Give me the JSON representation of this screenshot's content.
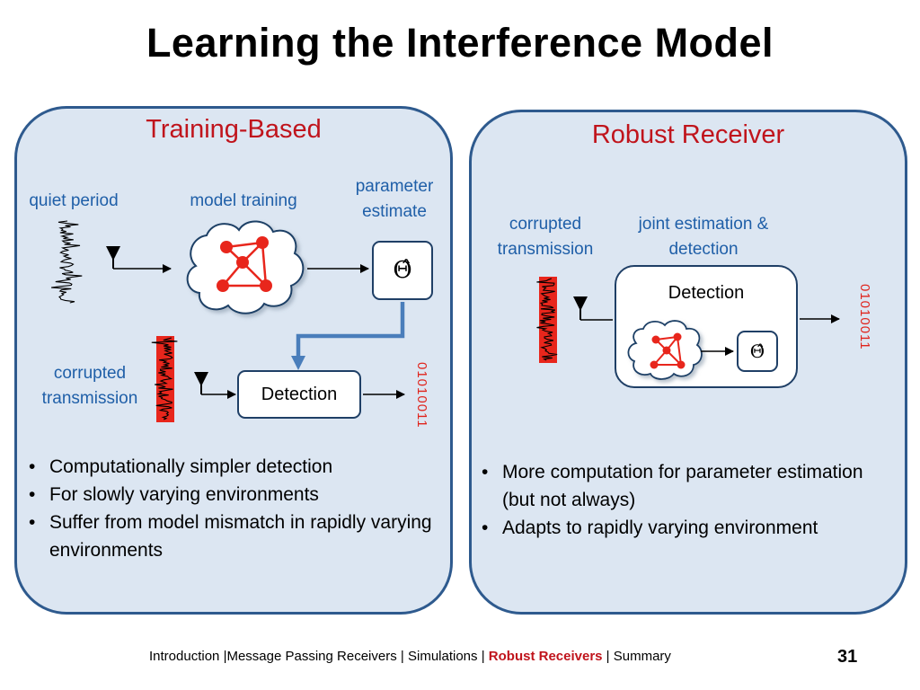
{
  "slide": {
    "title": "Learning the Interference Model",
    "page_number": "31"
  },
  "left_panel": {
    "title": "Training-Based",
    "quiet_period": "quiet period",
    "model_training": "model training",
    "parameter_estimate_line1": "parameter",
    "parameter_estimate_line2": "estimate",
    "theta_symbol": "Θ̂",
    "corrupted_line1": "corrupted",
    "corrupted_line2": "transmission",
    "detection_label": "Detection",
    "output_bits": "01010011",
    "bullets": [
      "Computationally simpler detection",
      "For slowly varying environments",
      "Suffer from model mismatch in rapidly varying environments"
    ]
  },
  "right_panel": {
    "title": "Robust Receiver",
    "corrupted_line1": "corrupted",
    "corrupted_line2": "transmission",
    "joint_line1": "joint estimation &",
    "joint_line2": "detection",
    "detection_label": "Detection",
    "theta_symbol": "Θ̂",
    "output_bits": "01010011",
    "bullets": [
      "More computation for parameter estimation (but not always)",
      "Adapts to rapidly varying environment"
    ]
  },
  "footer": {
    "items": [
      "Introduction",
      "Message Passing Receivers",
      "Simulations",
      "Robust Receivers",
      "Summary"
    ],
    "active": "Robust Receivers"
  },
  "colors": {
    "panel_fill": "#dce6f2",
    "panel_border": "#2e5a8e",
    "accent_red": "#c0141c",
    "label_blue": "#1f5fa8"
  }
}
